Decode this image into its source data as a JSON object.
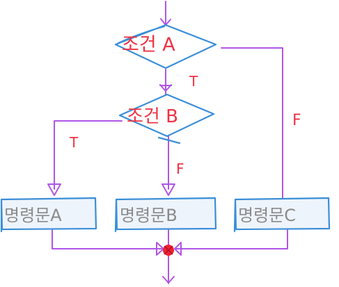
{
  "decision_a": {
    "label": "조건 A"
  },
  "decision_b": {
    "label": "조건 B"
  },
  "edge_a_true": {
    "label": "T"
  },
  "edge_a_false": {
    "label": "F"
  },
  "edge_b_true": {
    "label": "T"
  },
  "edge_b_false": {
    "label": "F"
  },
  "statement_a": {
    "label": "명령문A"
  },
  "statement_b": {
    "label": "명령문B"
  },
  "statement_c": {
    "label": "명령문C"
  },
  "colors": {
    "shape_stroke": "#3a8ed8",
    "connector": "#b055e6",
    "label_text": "#ee3344",
    "statement_text": "#8a8a8a",
    "merge_point": "#ee2233"
  }
}
